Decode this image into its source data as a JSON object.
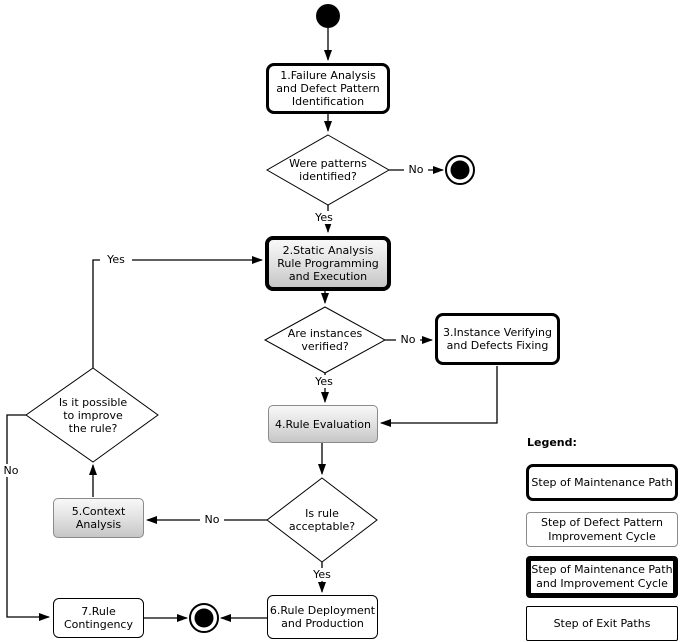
{
  "colors": {
    "line": "#000000",
    "box_border_black": "#000000",
    "box_border_gray": "#8a8a8a",
    "gray_fill_top": "#f8f8f8",
    "gray_fill_bottom": "#c6c6c6",
    "background": "#ffffff"
  },
  "nodes": {
    "box1": "1.Failure Analysis\nand Defect Pattern\nIdentification",
    "box2": "2.Static Analysis\nRule Programming\nand Execution",
    "box3": "3.Instance Verifying\nand Defects Fixing",
    "box4": "4.Rule Evaluation",
    "box5": "5.Context\nAnalysis",
    "box6": "6.Rule Deployment\nand Production",
    "box7": "7.Rule\nContingency",
    "decision1": "Were patterns\nidentified?",
    "decision2": "Are instances\nverified?",
    "decision3": "Is rule\nacceptable?",
    "decision4": "Is it possible\nto improve\nthe rule?"
  },
  "edge_labels": {
    "patterns_no": "No",
    "patterns_yes": "Yes",
    "instances_no": "No",
    "instances_yes": "Yes",
    "acceptable_no": "No",
    "acceptable_yes": "Yes",
    "improve_yes": "Yes",
    "improve_no": "No"
  },
  "legend": {
    "title": "Legend:",
    "items": [
      {
        "label": "Step of Maintenance Path"
      },
      {
        "label": "Step of Defect Pattern\nImprovement Cycle"
      },
      {
        "label": "Step of Maintenance Path\nand Improvement Cycle"
      },
      {
        "label": "Step of Exit Paths"
      }
    ]
  }
}
